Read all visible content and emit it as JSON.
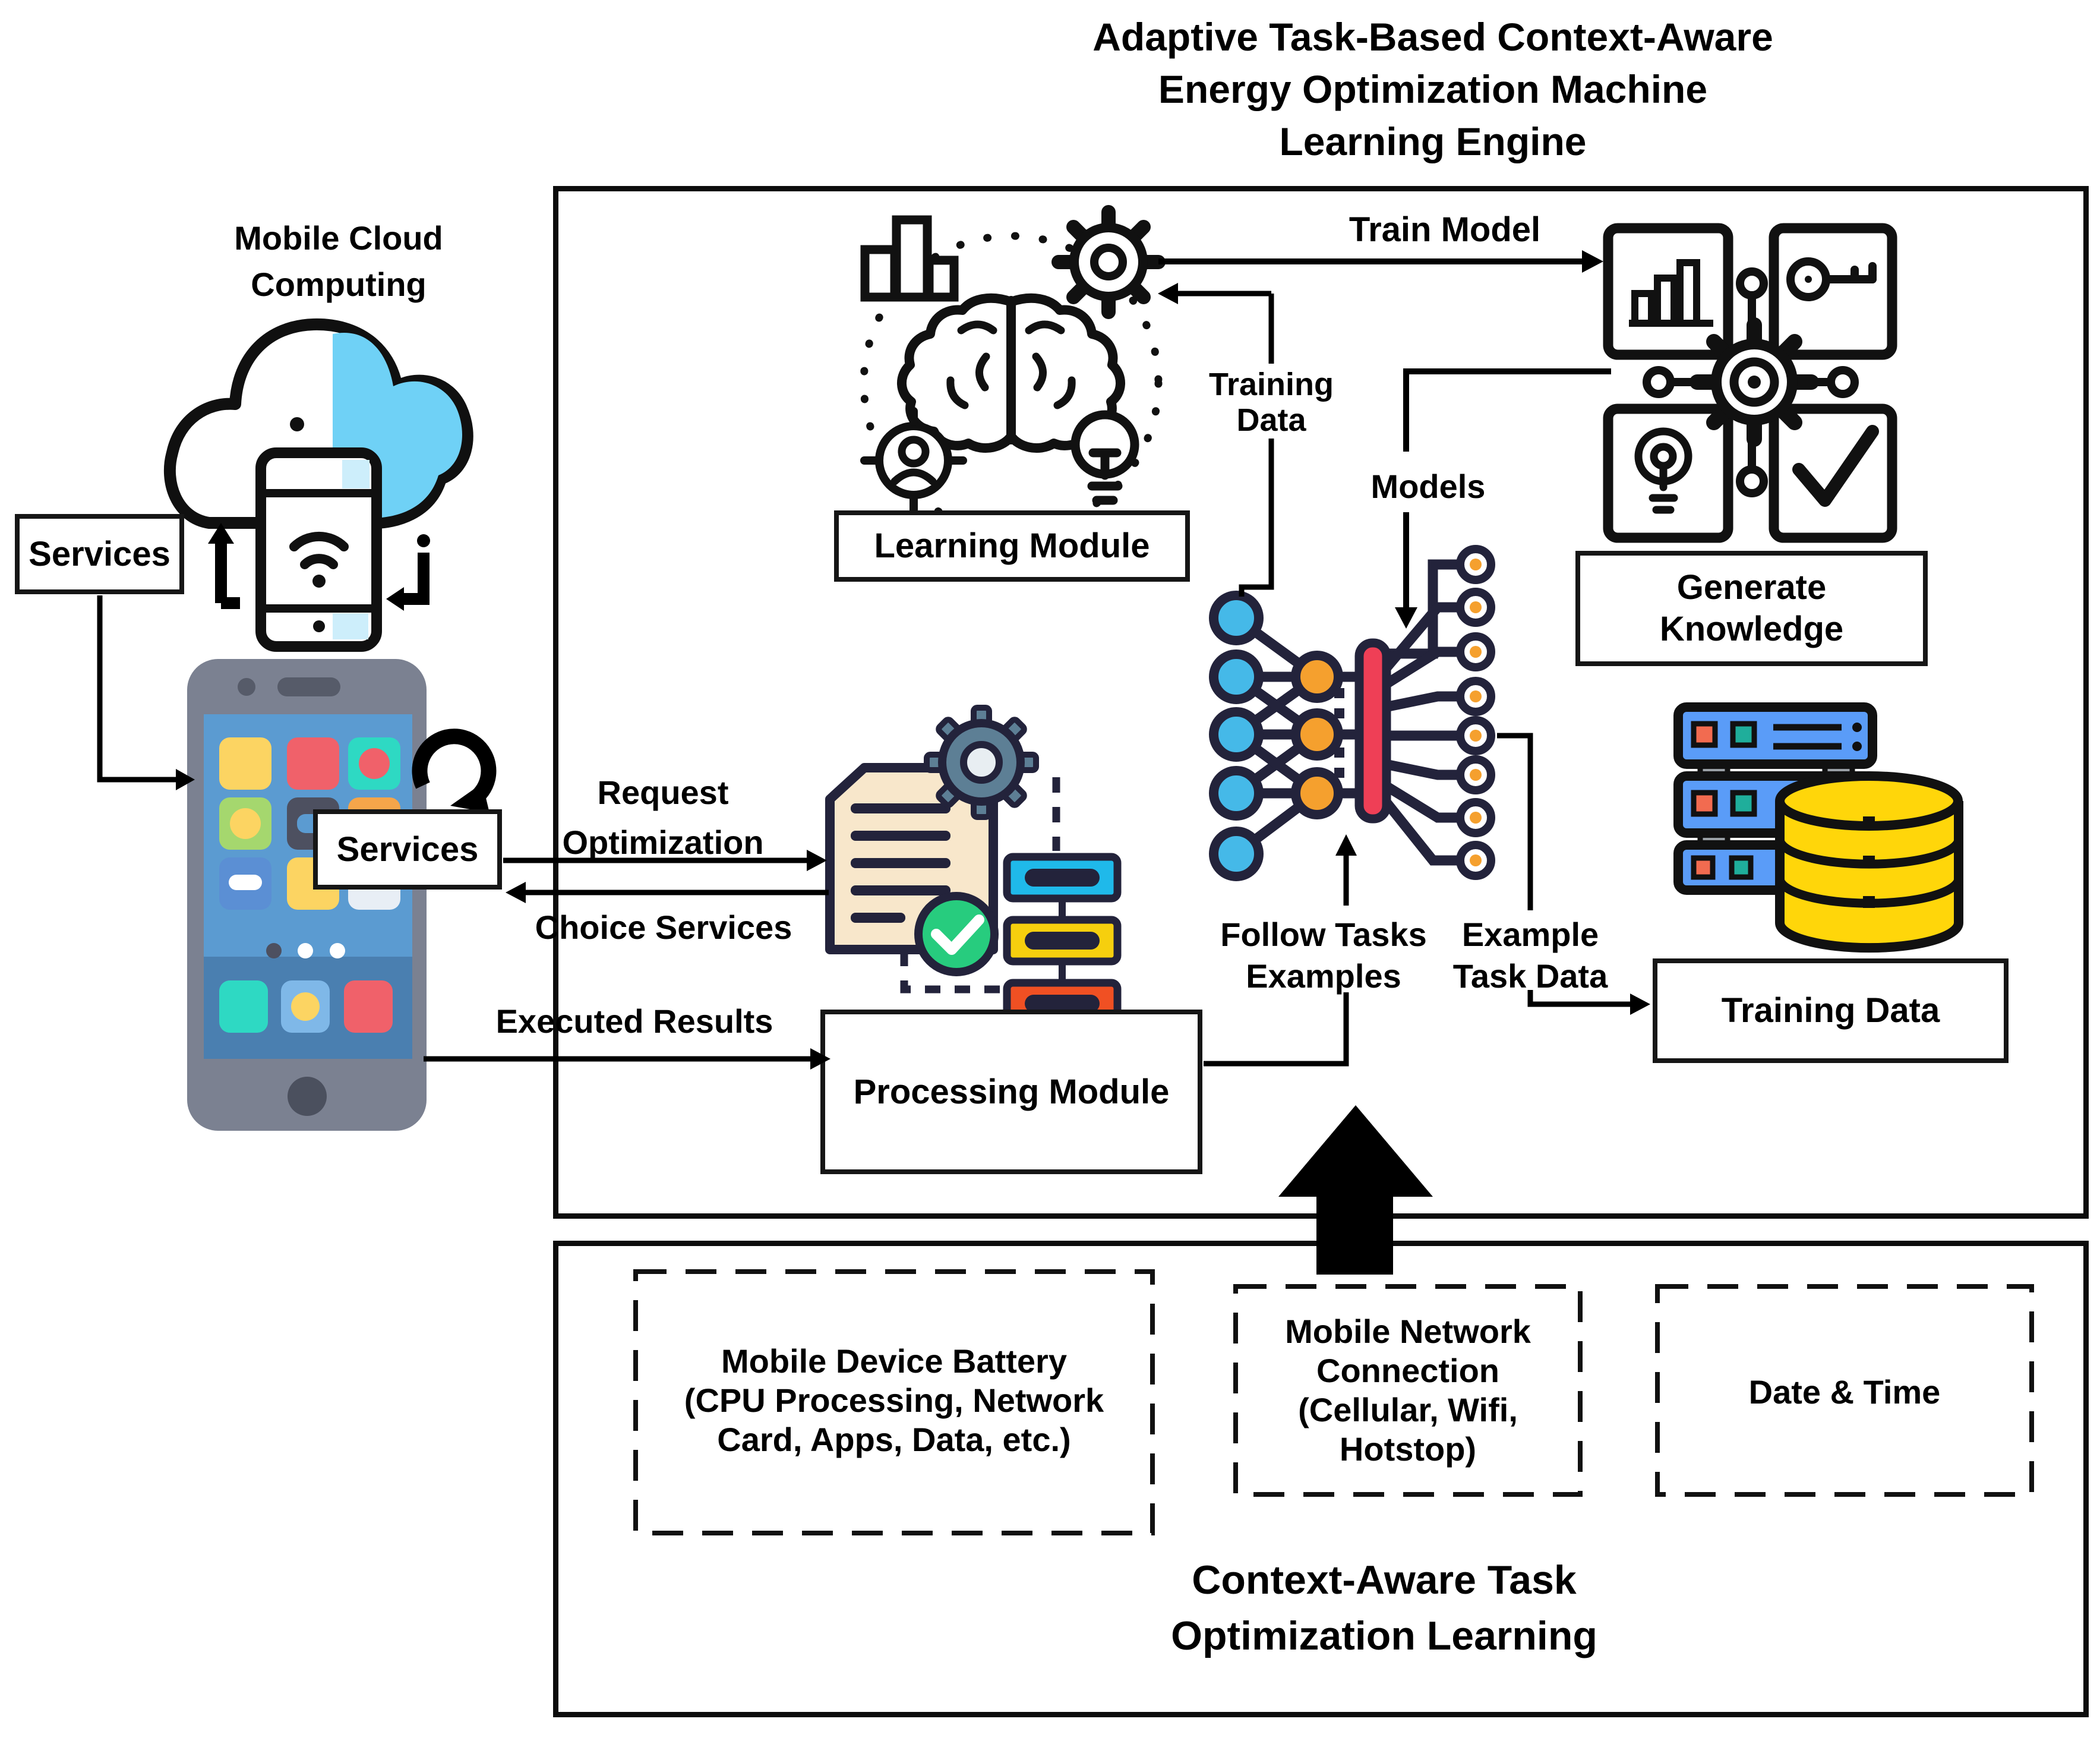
{
  "title": {
    "lines": [
      "Adaptive Task-Based Context-Aware",
      "Energy Optimization Machine",
      "Learning Engine"
    ]
  },
  "mobile_cloud": {
    "label_lines": [
      "Mobile Cloud",
      "Computing"
    ]
  },
  "services_box_left": {
    "label": "Services"
  },
  "services_box_phone": {
    "label": "Services"
  },
  "edges": {
    "request": {
      "lines": [
        "Request",
        "Optimization"
      ]
    },
    "choice": {
      "label": "Choice Services"
    },
    "executed": {
      "label": "Executed Results"
    },
    "train_model": {
      "label": "Train Model"
    },
    "training_data_edge": {
      "lines": [
        "Training",
        "Data"
      ]
    },
    "models": {
      "label": "Models"
    },
    "follow_tasks": {
      "lines": [
        "Follow Tasks",
        "Examples"
      ]
    },
    "example_task": {
      "lines": [
        "Example",
        "Task Data"
      ]
    }
  },
  "modules": {
    "learning": {
      "label": "Learning Module"
    },
    "processing": {
      "label": "Processing Module"
    },
    "generate_knowledge": {
      "lines": [
        "Generate",
        "Knowledge"
      ]
    },
    "training_data": {
      "label": "Training Data"
    }
  },
  "context_layer": {
    "battery": {
      "lines": [
        "Mobile Device Battery",
        "(CPU Processing, Network",
        "Card, Apps, Data, etc.)"
      ]
    },
    "network": {
      "lines": [
        "Mobile Network",
        "Connection",
        "(Cellular, Wifi,",
        "Hotstop)"
      ]
    },
    "datetime": {
      "label": "Date & Time"
    },
    "caption_lines": [
      "Context-Aware Task",
      "Optimization Learning"
    ]
  },
  "colors": {
    "outline": "#23233b",
    "cloud_blue": "#6fd1f6",
    "node_blue": "#45b9e8",
    "node_orange": "#f5a02e",
    "bar_red": "#ef3f56",
    "doc_cream": "#f8e7cb",
    "gear_slate": "#5d7f95",
    "check_green": "#27cc7e",
    "flow_cyan": "#1fb9ea",
    "flow_yellow": "#f6cf0e",
    "flow_red": "#f05023",
    "server_blue": "#5a9cf8",
    "db_yellow": "#ffd60a",
    "phone_gray": "#7b8191",
    "screen_blue": "#5b9bd1"
  }
}
